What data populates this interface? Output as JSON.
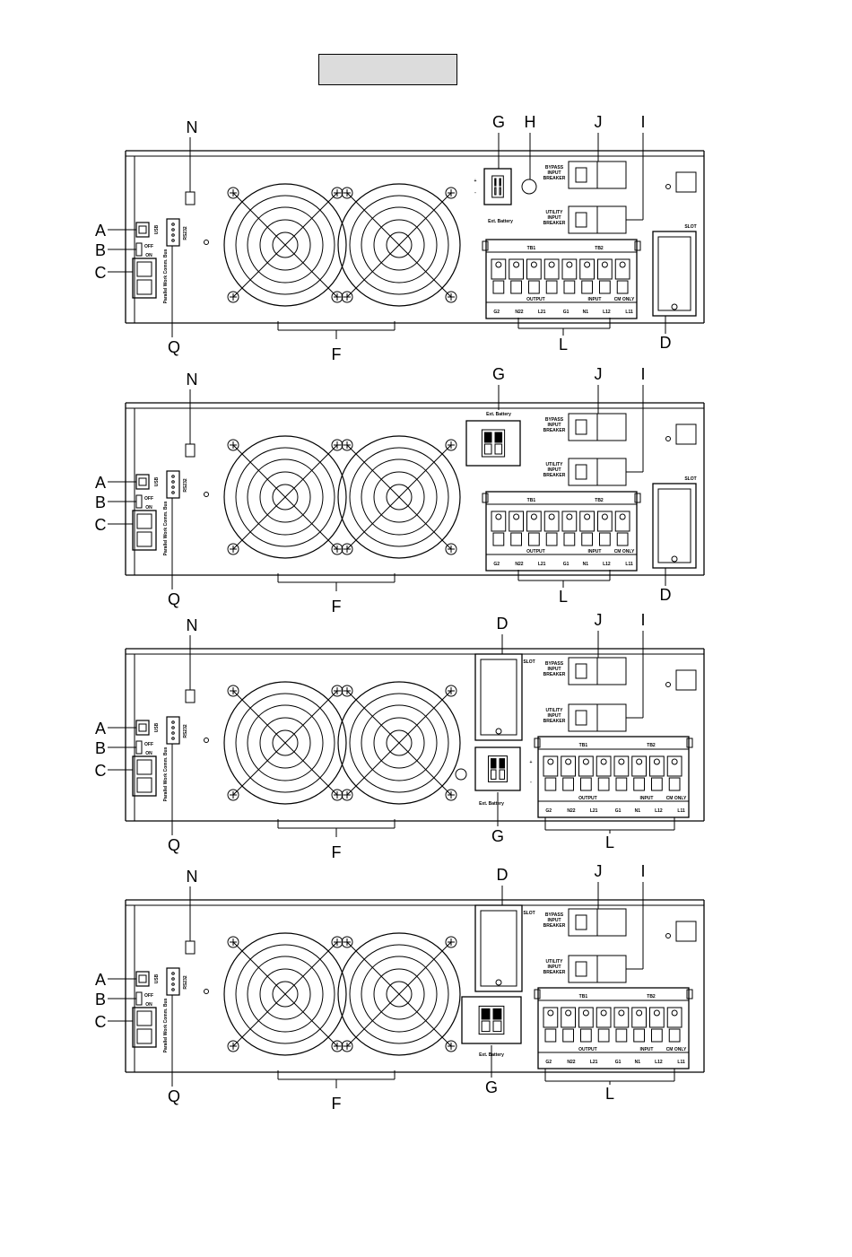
{
  "title_box_text": "",
  "callouts": {
    "A": "A",
    "B": "B",
    "C": "C",
    "D": "D",
    "F": "F",
    "G": "G",
    "H": "H",
    "I": "I",
    "J": "J",
    "L": "L",
    "N": "N",
    "Q": "Q"
  },
  "panel_labels": {
    "usb": "USB",
    "rs232": "RS232",
    "off": "OFF",
    "on": "ON",
    "parallel_text": "Parallel Work Comm. Bus",
    "bypass_breaker": [
      "BYPASS",
      "INPUT",
      "BREAKER"
    ],
    "utility_breaker": [
      "UTILITY",
      "INPUT",
      "BREAKER"
    ],
    "ext_battery": "Ext. Battery",
    "slot": "SLOT",
    "tb1": "TB1",
    "tb2": "TB2",
    "output": "OUTPUT",
    "input": "INPUT",
    "terminals": [
      "G2",
      "N22",
      "L21",
      "G1",
      "N1",
      "L12",
      "L11"
    ],
    "cm_only": "CM ONLY",
    "plus": "+",
    "minus": "-"
  },
  "colors": {
    "line": "#000000",
    "box_fill": "#dcdcdc"
  }
}
